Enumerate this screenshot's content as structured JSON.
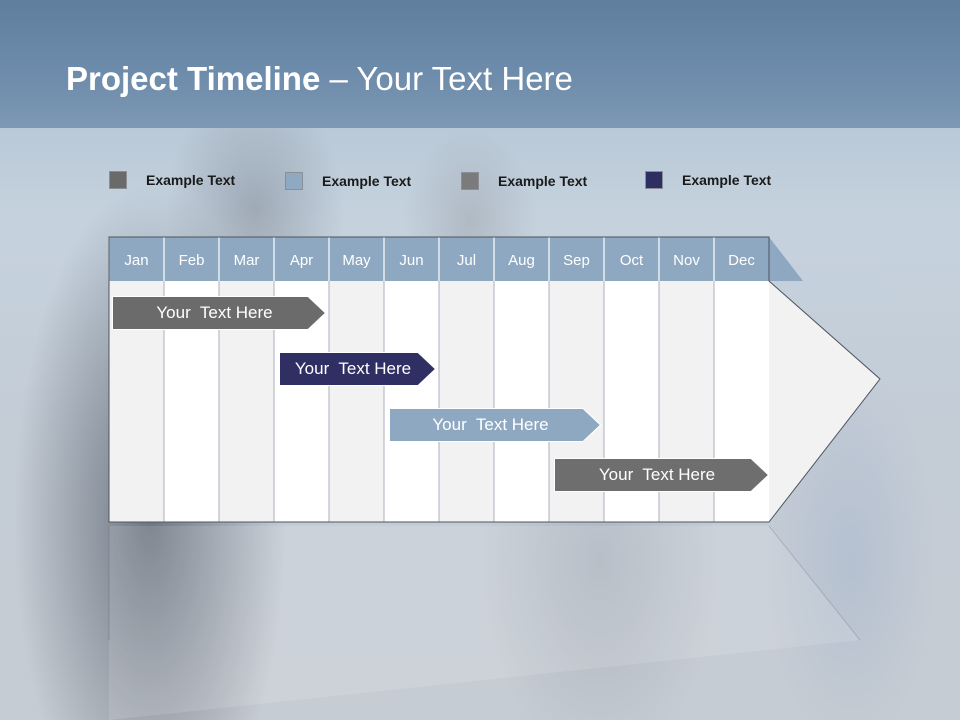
{
  "title": {
    "bold": "Project Timeline",
    "rest": " – Your Text Here"
  },
  "legend": [
    {
      "label": "Example Text",
      "color": "#6a6a6a"
    },
    {
      "label": "Example Text",
      "color": "#8fa9c2"
    },
    {
      "label": "Example Text",
      "color": "#7b7b7b"
    },
    {
      "label": "Example Text",
      "color": "#2e2e63"
    }
  ],
  "months": [
    "Jan",
    "Feb",
    "Mar",
    "Apr",
    "May",
    "Jun",
    "Jul",
    "Aug",
    "Sep",
    "Oct",
    "Nov",
    "Dec"
  ],
  "colors": {
    "header": "#8ea8c1",
    "column_light": "#ffffff",
    "column_shade": "#f2f2f2",
    "grid_line": "#a9b2bd"
  },
  "tasks": [
    {
      "label": "Your  Text Here",
      "color": "#6b6b6b",
      "start_month": "Jan",
      "end_month": "Apr"
    },
    {
      "label": "Your  Text Here",
      "color": "#2f2f64",
      "start_month": "Apr",
      "end_month": "Jun"
    },
    {
      "label": "Your  Text Here",
      "color": "#8ea8c1",
      "start_month": "Jun",
      "end_month": "Sep"
    },
    {
      "label": "Your  Text Here",
      "color": "#6e6e6e",
      "start_month": "Sep",
      "end_month": "Dec"
    }
  ]
}
